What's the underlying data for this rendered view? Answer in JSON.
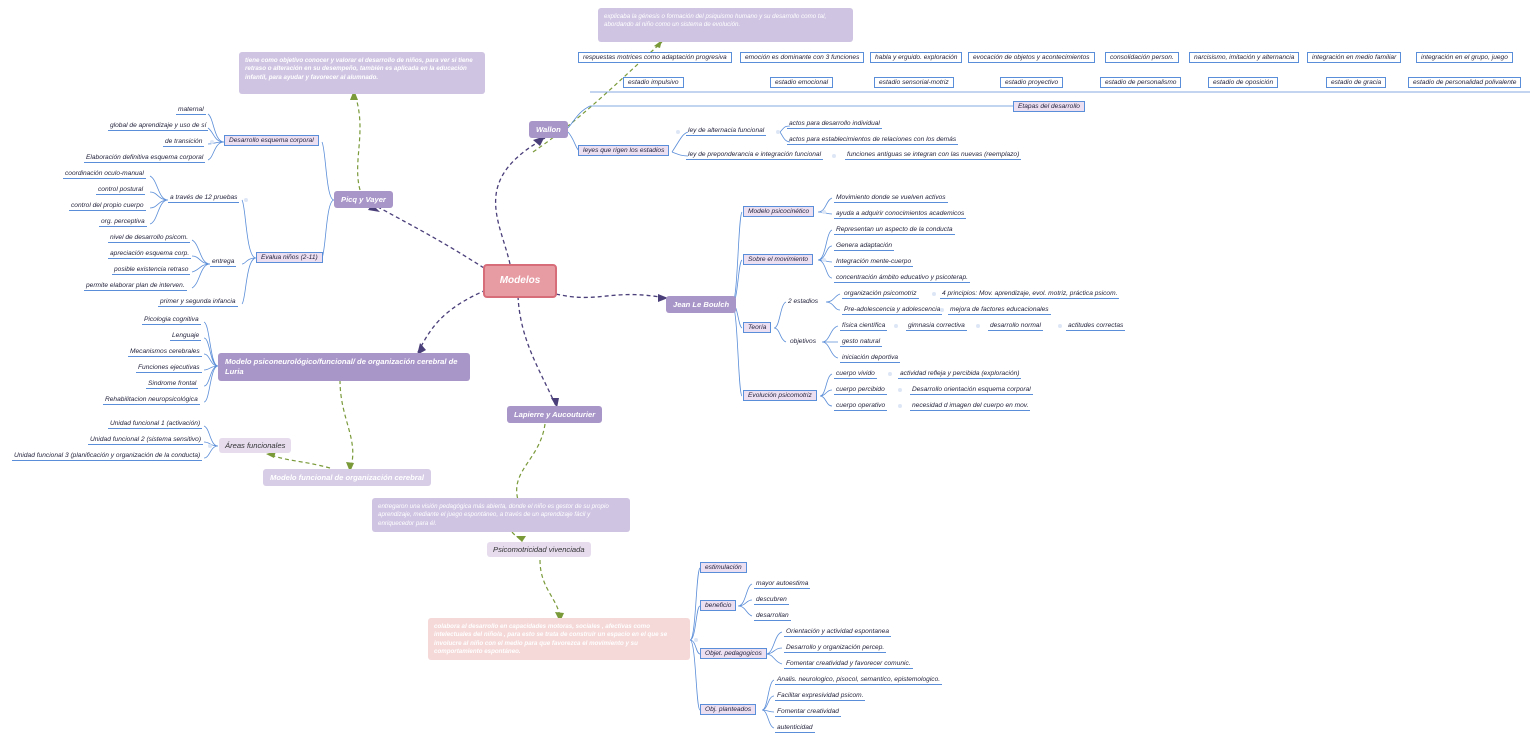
{
  "root": "Modelos",
  "wallon": {
    "label": "Wallon",
    "note": "explicaba la génesis o formación del psiquismo humano y su desarrollo como tal, abordando al niño como un sistema de evolución.",
    "etapas": "Etapas del desarrollo",
    "stages": [
      {
        "stage": "estadio impulsivo",
        "desc": "respuestas motrices como adaptación progresiva"
      },
      {
        "stage": "estadio emocional",
        "desc": "emoción es dominante con 3 funciones"
      },
      {
        "stage": "estadio sensorial-motriz",
        "desc": "habla y erguido. exploración"
      },
      {
        "stage": "estadio proyectivo",
        "desc": "evocación de objetos y acontecimientos"
      },
      {
        "stage": "estadio de personalismo",
        "desc": "consolidación person."
      },
      {
        "stage": "estadio de oposición",
        "desc": "narcisismo, imitación y alternancia"
      },
      {
        "stage": "estadio de gracia",
        "desc": "integración en medio familiar"
      },
      {
        "stage": "estadio de personalidad polivalente",
        "desc": "integración en el grupo, juego"
      }
    ],
    "leyes": "leyes que rigen los estadios",
    "ley1": "ley de alternacia funcional",
    "ley1_items": [
      "actos para desarrollo individual",
      "actos para establecimientos de relaciones con los demás"
    ],
    "ley2": "ley de preponderancia e integración funcional",
    "ley2_item": "funciones antiguas se integran con las nuevas (reemplazo)"
  },
  "picq": {
    "label": "Picq y Vayer",
    "note": "tiene como objetivo conocer y valorar el desarrollo de niños, para ver si tiene retraso o alteración en su desempeño, también es aplicada en la educación infantil, para ayudar y favorecer al alumnado.",
    "desarrollo": "Desarrollo esquema corporal",
    "desarrollo_items": [
      "maternal",
      "global de aprendizaje y uso de sí",
      "de transición",
      "Elaboración definitiva esquema corporal"
    ],
    "evalua": "Evalua niños (2-11)",
    "pruebas": "a través de 12 pruebas",
    "pruebas_items": [
      "coordinación oculo-manual",
      "control postural",
      "control del propio cuerpo",
      "org. perceptiva"
    ],
    "entrega": "entrega",
    "entrega_items": [
      "nivel de desarrollo psicom.",
      "apreciación esquema corp.",
      "posible existencia retraso",
      "permite elaborar plan de interven."
    ],
    "infancia": "primer y segunda infancia"
  },
  "luria": {
    "label": "Modelo psiconeurológico/funcional/ de organización cerebral de Luria",
    "items": [
      "Picologia cognitiva",
      "Lenguaje",
      "Mecanismos cerebrales",
      "Funciones ejecutivas",
      "Sindrome frontal",
      "Rehabilitacion neuropsicológica"
    ],
    "modelo_funcional": "Modelo funcional de organización cerebral",
    "areas": "Áreas funcionales",
    "unidades": [
      "Unidad funcional 1 (activación)",
      "Unidad funcional 2 (sistema sensitivo)",
      "Unidad funcional 3 (planificación y organización de la conducta)"
    ]
  },
  "lapierre": {
    "label": "Lapierre y Aucouturier",
    "note": "entregaron una visión pedagógica más abierta, donde el niño es gestor de su propio aprendizaje, mediante el juego espontáneo, a través de un aprendizaje fácil y enriquecedor para él.",
    "vivenciada": "Psicomotricidad vivenciada",
    "note2": "colabora al desarrollo en capacidades motoras, sociales , afectivas como intelectuales del niño/a , para esto se trata de construir un espacio en el que se involucre al niño con el medio para que favorezca el movimiento y su comportamiento espontáneo.",
    "estimulacion": "estimulación",
    "beneficio": "beneficio",
    "beneficio_items": [
      "mayor autoestima",
      "descubren",
      "desarrollan"
    ],
    "objet": "Objet. pedagogicos",
    "objet_items": [
      "Orientación y actividad espontanea",
      "Desarrollo y organización percep.",
      "Fomentar creatividad y favorecer comunic."
    ],
    "objp": "Obj. planteados",
    "objp_items": [
      "Analis. neurologico, pisocol, semantico, epistemologico.",
      "Facilitar expresividad psicom.",
      "Fomentar creatividad",
      "autenticidad"
    ]
  },
  "boulch": {
    "label": "Jean Le Boulch",
    "modelo": "Modelo psicocinético",
    "modelo_items": [
      "Movimiento donde se vuelven activos",
      "ayuda a adquirir conocimientos academicos"
    ],
    "movimiento": "Sobre el movimiento",
    "movimiento_items": [
      "Representan un aspecto de la conducta",
      "Genera adaptación",
      "Integración mente-cuerpo",
      "concentración ámbito educativo y psicoterap."
    ],
    "teoria": "Teoría",
    "estadios": "2 estadios",
    "org": "organización psicomotriz",
    "principios": "4 principios: Mov. aprendizaje, evol. motriz, práctica psicom.",
    "pre": "Pre-adolescencia y adolescencia",
    "mejora": "mejora de factores educacionales",
    "objetivos": "objetivos",
    "fisica": "física científica",
    "gimnasia": "gimnasia correctiva",
    "normal": "desarrollo normal",
    "actitudes": "actitudes correctas",
    "gesto": "gesto natural",
    "iniciacion": "iniciación deportiva",
    "evolucion": "Evolución psicomotriz",
    "ev": [
      {
        "a": "cuerpo vivido",
        "b": "actividad refleja y percibida (exploración)"
      },
      {
        "a": "cuerpo percibido",
        "b": "Desarrollo orientación esquema corporal"
      },
      {
        "a": "cuerpo operativo",
        "b": "necesidad d imagen del cuerpo en mov."
      }
    ]
  }
}
